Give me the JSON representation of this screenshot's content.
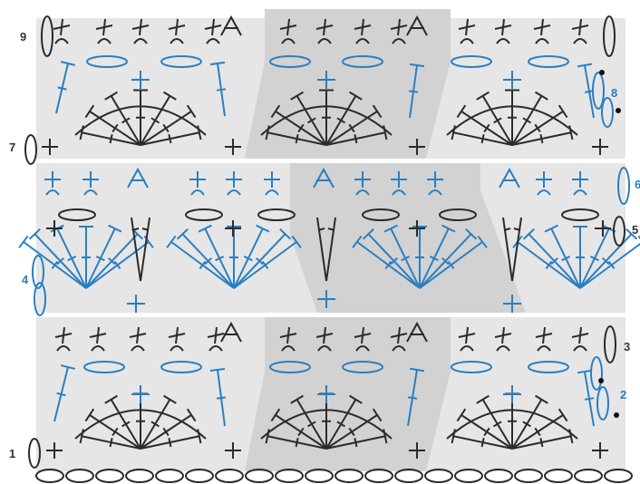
{
  "diagram": {
    "row_labels": [
      {
        "text": "1",
        "color": "#333333"
      },
      {
        "text": "2",
        "color": "#2a7fc0"
      },
      {
        "text": "3",
        "color": "#333333"
      },
      {
        "text": "4",
        "color": "#2a7fc0"
      },
      {
        "text": "5",
        "color": "#333333"
      },
      {
        "text": "6",
        "color": "#2a7fc0"
      },
      {
        "text": "7",
        "color": "#333333"
      },
      {
        "text": "8",
        "color": "#2a7fc0"
      },
      {
        "text": "9",
        "color": "#333333"
      }
    ],
    "colors": {
      "black_stitches": "#2b2b2b",
      "blue_stitches": "#2a7fc0",
      "repeat_shade_light": "#e6e6e6",
      "repeat_shade_dark": "#d2d2d2",
      "marker": "#111111"
    },
    "stitch_symbols": [
      "chain-oval",
      "single-crochet-plus",
      "double-crochet-fan",
      "front-post-arc",
      "sc2tog-peak"
    ]
  }
}
